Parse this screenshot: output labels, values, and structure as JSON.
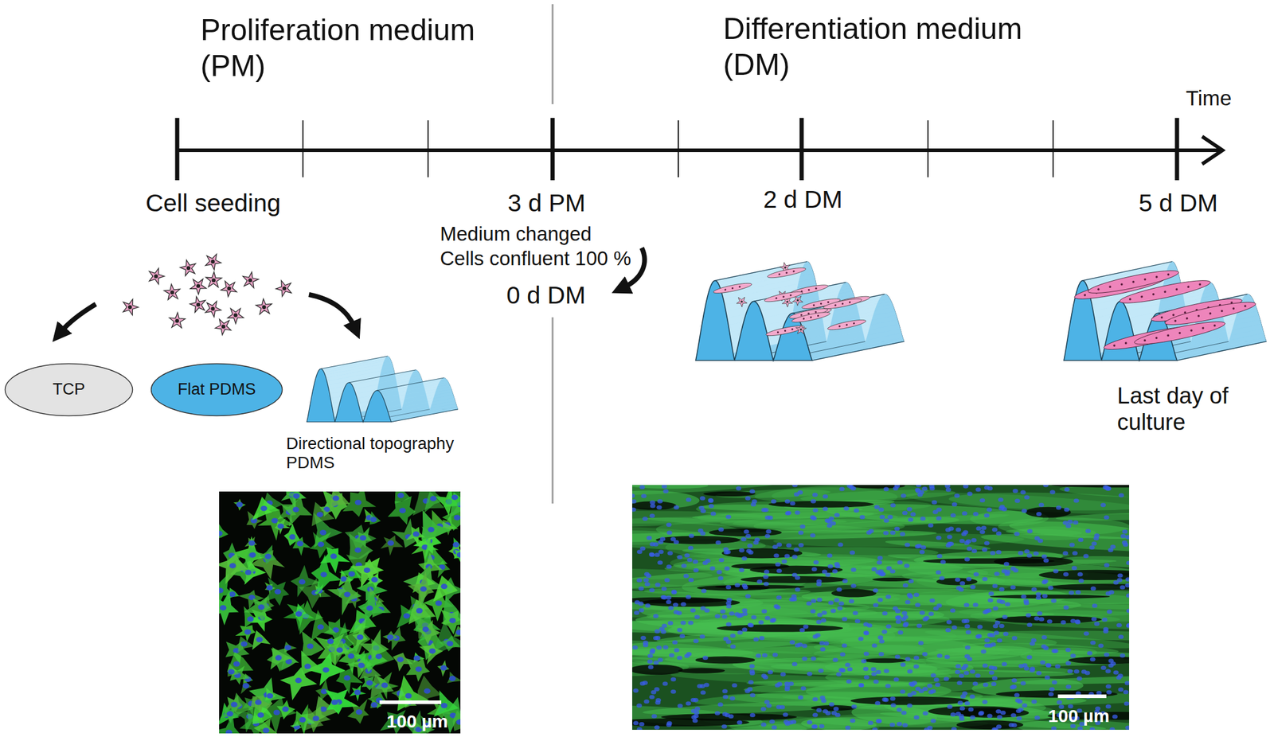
{
  "diagram": {
    "nodes": [
      {
        "text": [
          "TCP"
        ]
      },
      {
        "text": [
          "Flat PDMS"
        ]
      },
      {
        "text": [
          "Directional topography PDMS"
        ]
      },
      {
        "text": [
          "Last day of culture"
        ]
      }
    ],
    "labels": [
      "Proliferation medium (PM)",
      "Differentiation medium (DM)",
      "Time",
      "Cell seeding",
      "3 d PM",
      "2 d DM",
      "5 d DM",
      "Medium changed",
      "Cells confluent 100 %",
      "0 d DM",
      "100 µm",
      "100 µm"
    ]
  }
}
